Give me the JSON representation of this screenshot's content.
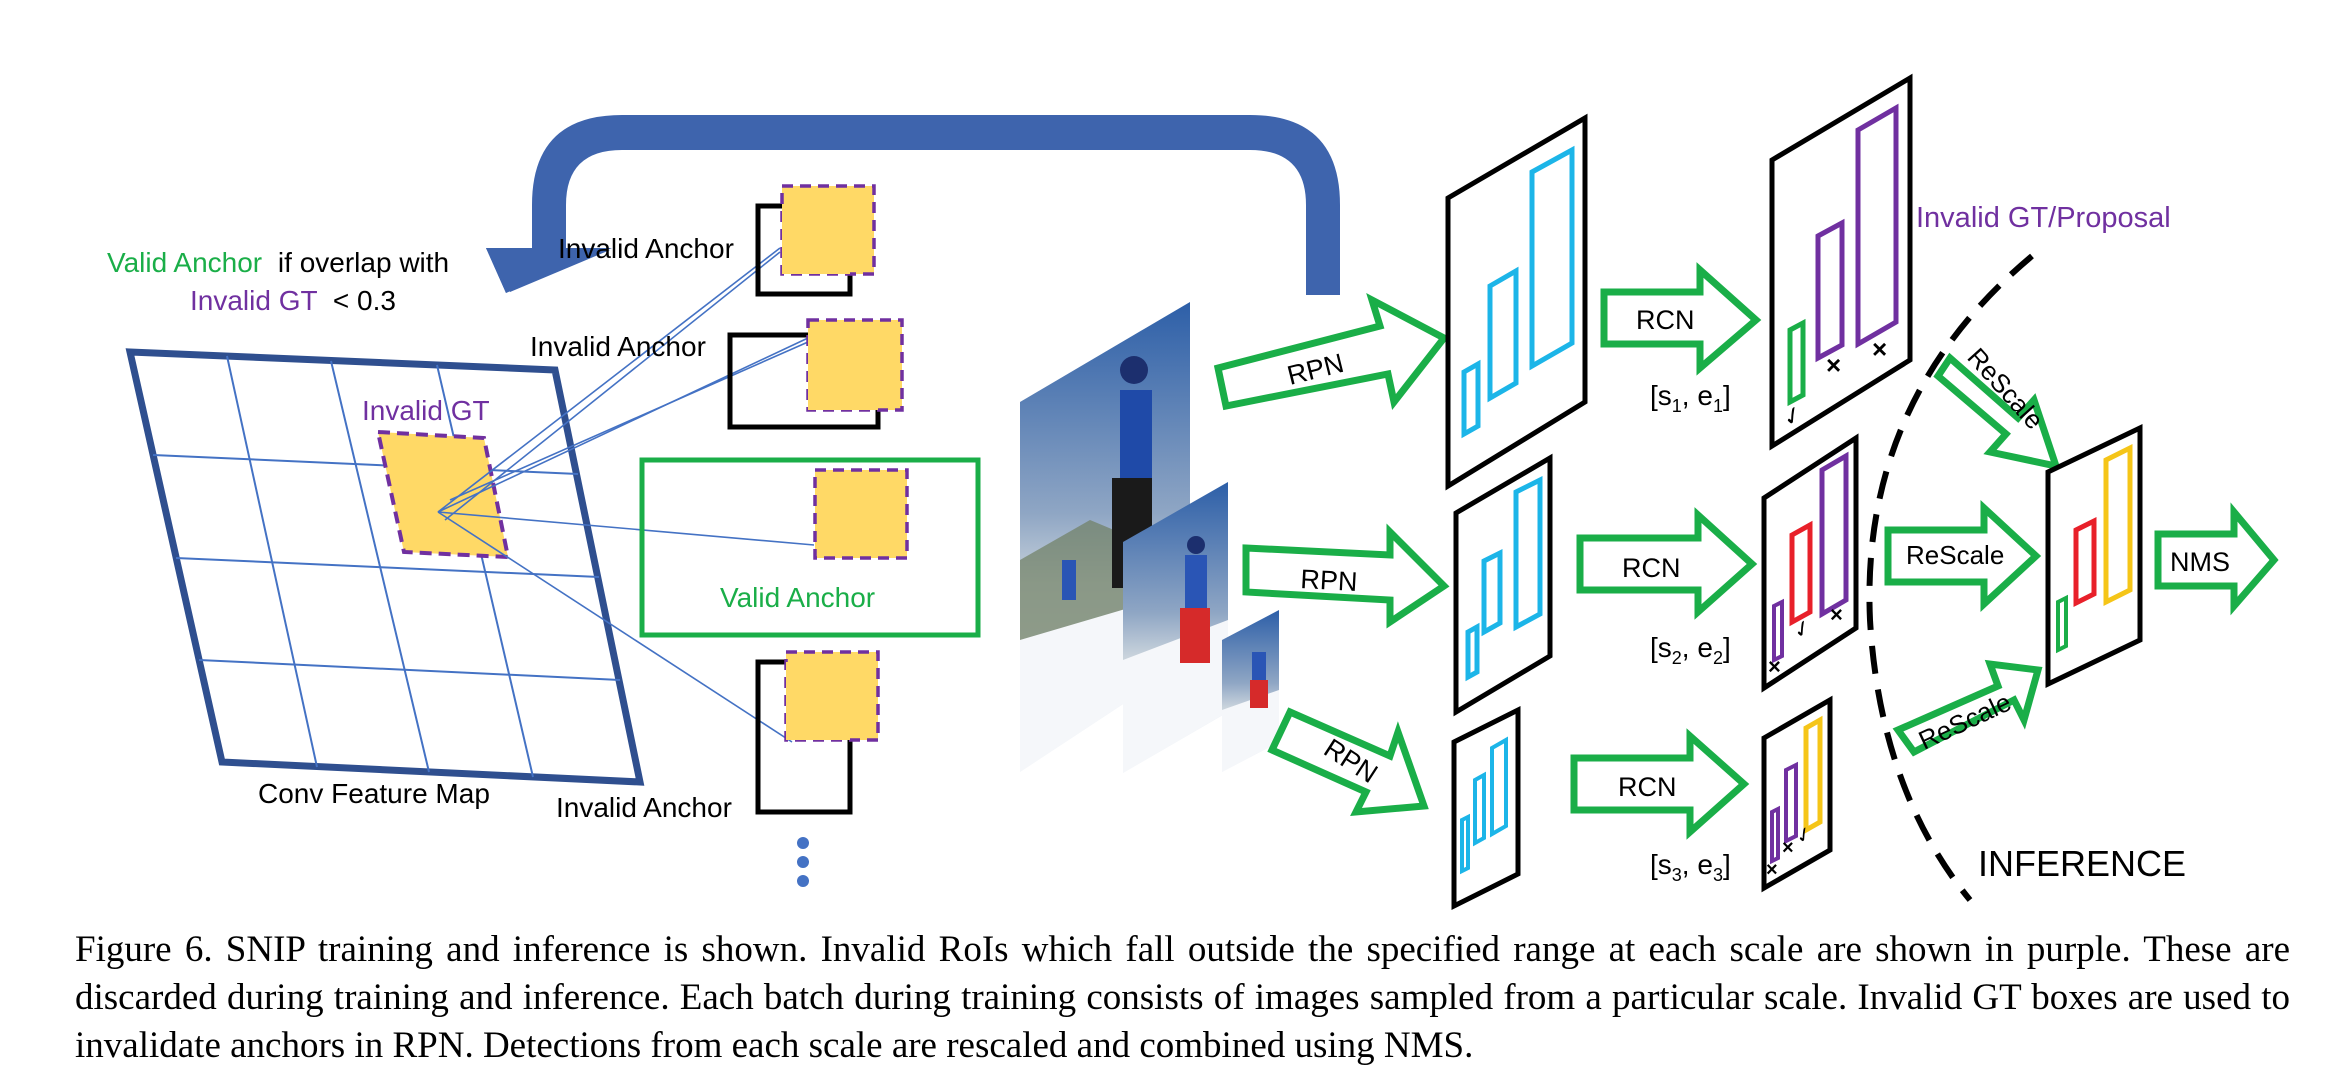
{
  "colors": {
    "valid_green": "#1aae48",
    "invalid_purple": "#7030a0",
    "feature_map_blue": "#2f4f8f",
    "grid_line": "#4472c4",
    "arrow_blue": "#3e64ad",
    "gt_fill": "#ffd966",
    "proposal_cyan": "#1cb5e8",
    "detection_red": "#e8202a",
    "detection_yellow": "#f5c518",
    "dots_blue": "#4472c4"
  },
  "labels": {
    "valid_anchor_rule_1": "Valid Anchor",
    "valid_anchor_rule_2": "if overlap with",
    "invalid_gt_rule": "Invalid GT",
    "lt_value": "< 0.3",
    "invalid_anchor": "Invalid Anchor",
    "invalid_gt": "Invalid GT",
    "valid_anchor": "Valid Anchor",
    "conv_feature_map": "Conv Feature Map",
    "rpn": "RPN",
    "rcn": "RCN",
    "rescale": "ReScale",
    "nms": "NMS",
    "invalid_gt_proposal": "Invalid GT/Proposal",
    "inference": "INFERENCE",
    "s1": "s",
    "e1": "e",
    "sub1": "1",
    "sub2": "2",
    "sub3": "3",
    "open_bracket": "[",
    "comma": ", ",
    "close_bracket": "]",
    "check": "✓",
    "cross": "×"
  },
  "caption": "Figure 6. SNIP training and inference is shown. Invalid RoIs which fall outside the specified range at each scale are shown in purple. These are discarded during training and inference. Each batch during training consists of images sampled from a particular scale. Invalid GT boxes are used to invalidate anchors in RPN. Detections from each scale are rescaled and combined using NMS."
}
